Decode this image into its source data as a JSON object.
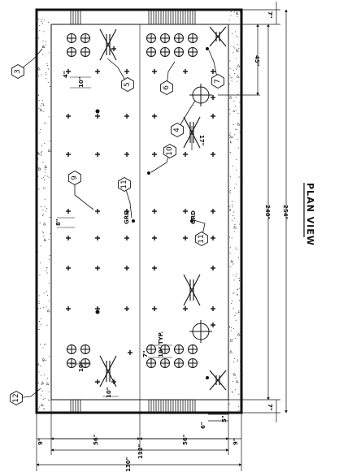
{
  "title": "PLAN VIEW",
  "dimensions": {
    "top_offset": "7\"",
    "bottom_offset": "7\"",
    "inner_length": "240\"",
    "overall_length": "254\"",
    "spacing_45": "45\"",
    "spacing_17": "17\"",
    "left_offset": "9\"",
    "right_offset": "9\"",
    "half_span_left": "56\"",
    "half_span_right": "56\"",
    "inner_width": "112\"",
    "overall_width": "130\"",
    "pitch_10": "10\"",
    "pitch_10_typ": "10\" TYP.",
    "edge_7": "7\"",
    "edge_6": "6\"",
    "edge_5": "5\"",
    "small_4": "4\"",
    "small_8": "8\""
  },
  "callouts": [
    "3",
    "5",
    "6",
    "7",
    "4",
    "10",
    "9",
    "11",
    "11",
    "12"
  ],
  "notes": {
    "grd_1": "GRD",
    "grd_2": "GRD"
  }
}
